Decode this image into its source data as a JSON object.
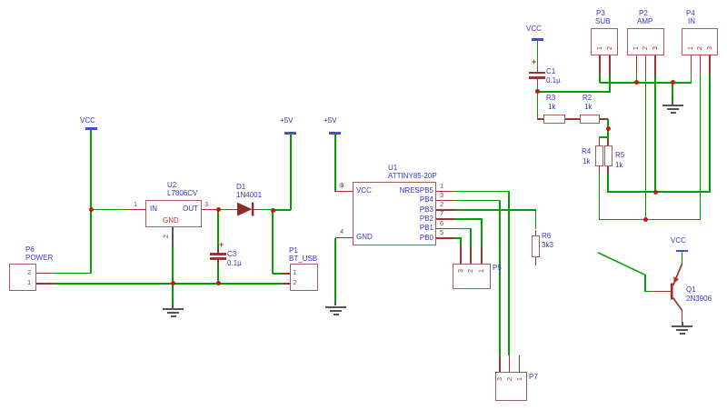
{
  "schematic": {
    "power": {
      "vcc": "VCC",
      "v5": "+5V"
    },
    "u2": {
      "ref": "U2",
      "value": "L7806CV",
      "pin_in": "IN",
      "pin_in_num": "1",
      "pin_out": "OUT",
      "pin_out_num": "3",
      "pin_gnd": "GND",
      "pin_gnd_num": "2"
    },
    "d1": {
      "ref": "D1",
      "value": "1N4001"
    },
    "c3": {
      "ref": "C3",
      "value": "0.1µ",
      "plus": "+"
    },
    "c1": {
      "ref": "C1",
      "value": "0.1µ",
      "plus": "+"
    },
    "p6": {
      "ref": "P6",
      "value": "POWER",
      "pins": [
        "2",
        "1"
      ]
    },
    "p1": {
      "ref": "P1",
      "value": "BT_USB",
      "pins": [
        "1",
        "2"
      ]
    },
    "u1": {
      "ref": "U1",
      "value": "ATTINY85-20P",
      "left": [
        {
          "num": "8",
          "name": "VCC"
        },
        {
          "num": "4",
          "name": "GND"
        }
      ],
      "right": [
        {
          "num": "1",
          "name": "NRESPB5"
        },
        {
          "num": "3",
          "name": "PB4"
        },
        {
          "num": "2",
          "name": "PB3"
        },
        {
          "num": "7",
          "name": "PB2"
        },
        {
          "num": "6",
          "name": "PB1"
        },
        {
          "num": "5",
          "name": "PB0"
        }
      ]
    },
    "p5": {
      "ref": "P5",
      "pins": [
        "3",
        "2",
        "1"
      ]
    },
    "p7": {
      "ref": "P7",
      "pins": [
        "3",
        "2",
        "1"
      ]
    },
    "p3": {
      "ref": "P3",
      "value": "SUB",
      "pins": [
        "1",
        "2"
      ]
    },
    "p2": {
      "ref": "P2",
      "value": "AMP",
      "pins": [
        "1",
        "2",
        "3"
      ]
    },
    "p4": {
      "ref": "P4",
      "value": "IN",
      "pins": [
        "1",
        "2",
        "3"
      ]
    },
    "r3": {
      "ref": "R3",
      "value": "1k"
    },
    "r2": {
      "ref": "R2",
      "value": "1k"
    },
    "r4": {
      "ref": "R4",
      "value": "1k"
    },
    "r5": {
      "ref": "R5",
      "value": "1k"
    },
    "r6": {
      "ref": "R6",
      "value": "3k3"
    },
    "q1": {
      "ref": "Q1",
      "value": "2N3906"
    }
  }
}
